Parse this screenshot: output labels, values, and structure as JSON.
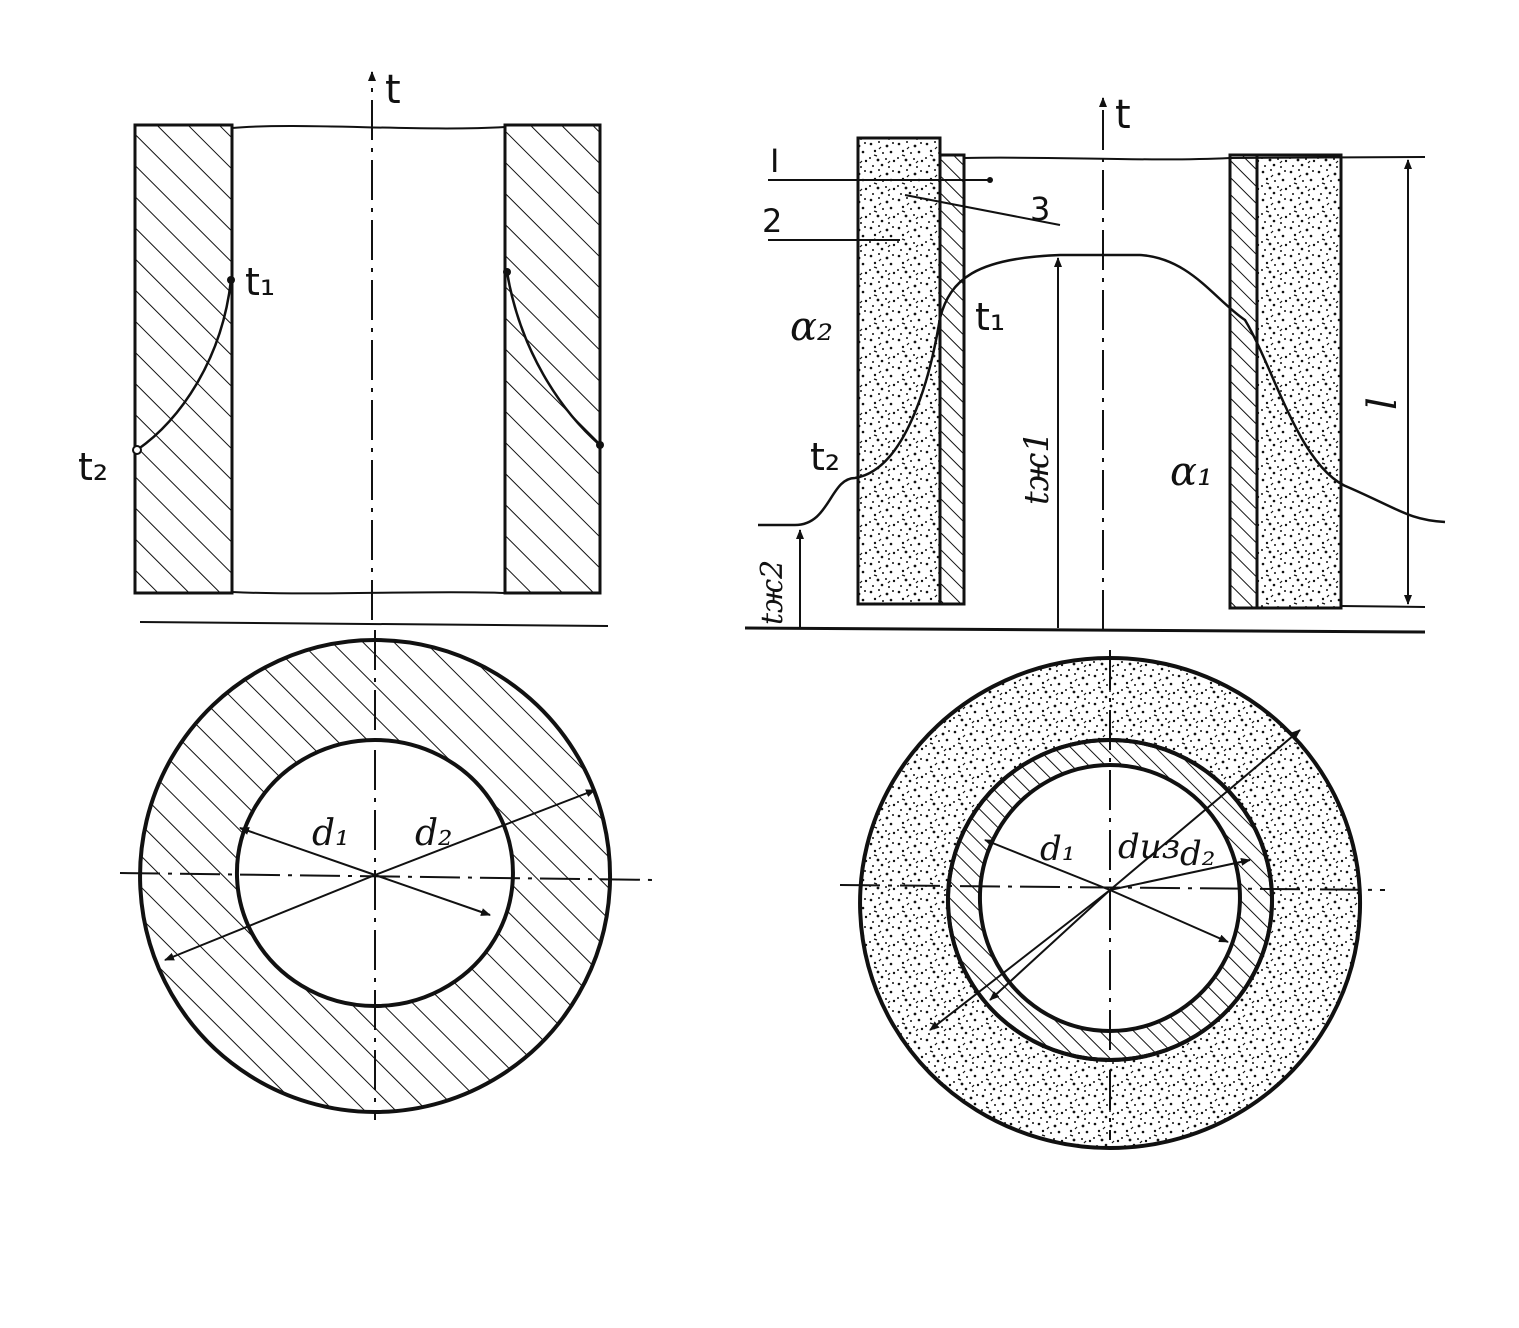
{
  "labels": {
    "axis_t_left": "t",
    "axis_t_right": "t",
    "left": {
      "t1": "t₁",
      "t2": "t₂",
      "d1": "d₁",
      "d2": "d₂"
    },
    "right": {
      "I": "I",
      "n2": "2",
      "n3": "3",
      "alpha2": "α₂",
      "alpha1": "α₁",
      "t1": "t₁",
      "t2": "t₂",
      "tx1": "tж1",
      "tx2": "tж2",
      "l": "l",
      "d1": "d₁",
      "dis": "dиз",
      "d2": "d₂"
    }
  },
  "colors": {
    "ink": "#111111",
    "paper": "#ffffff"
  }
}
